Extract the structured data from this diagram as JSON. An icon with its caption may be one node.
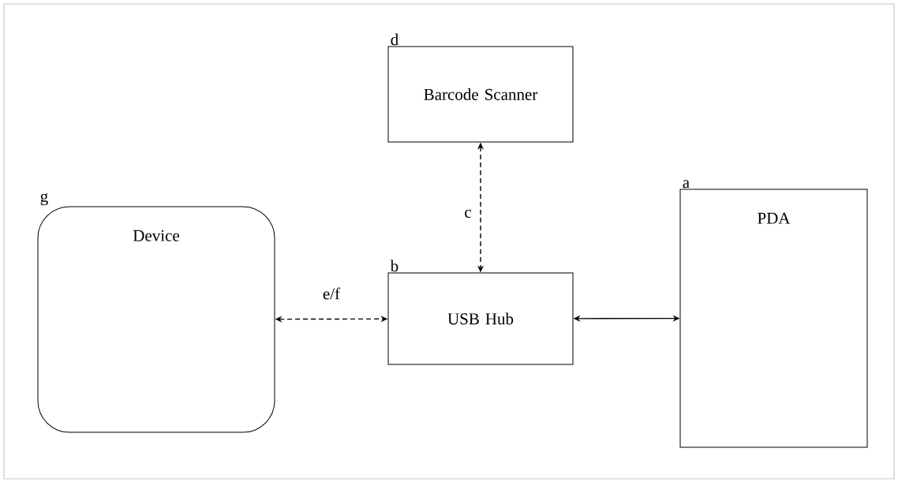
{
  "diagram": {
    "nodes": [
      {
        "text": [
          "Device"
        ],
        "beside": [
          "g"
        ]
      },
      {
        "text": [
          "USB Hub"
        ],
        "beside": [
          "b"
        ]
      },
      {
        "text": [
          "Barcode Scanner"
        ],
        "beside": [
          "d"
        ]
      },
      {
        "text": [
          "PDA"
        ],
        "beside": [
          "a"
        ]
      }
    ],
    "edges": [
      {
        "from": 0,
        "to": 1,
        "arrow": "both",
        "style": "dashed",
        "label": "e/f"
      },
      {
        "from": 2,
        "to": 1,
        "arrow": "both",
        "style": "dashed",
        "label": "c"
      },
      {
        "from": 1,
        "to": 3,
        "arrow": "both"
      }
    ]
  }
}
